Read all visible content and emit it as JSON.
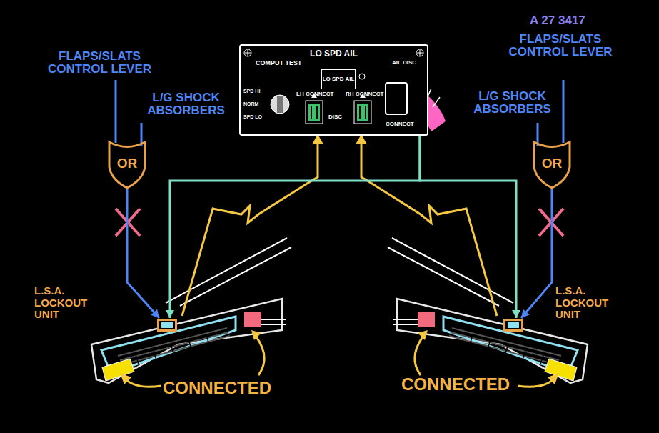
{
  "diagram": {
    "nodes": [
      {
        "text": [
          "LO SPD AIL"
        ]
      },
      {
        "text": [
          "LO SPD AIL"
        ],
        "in": 0
      },
      {
        "text": [
          "OR"
        ]
      },
      {
        "text": [
          "L.S.A. LOCKOUT UNIT"
        ]
      },
      {
        "text": [
          "OR"
        ]
      },
      {
        "text": [
          "L.S.A. LOCKOUT UNIT"
        ]
      }
    ],
    "edges": [
      {
        "from": 2,
        "to": 3,
        "arrow": "to"
      },
      {
        "from": 4,
        "to": 5,
        "arrow": "to"
      },
      {
        "from": 0,
        "to": 3,
        "arrow": "to"
      },
      {
        "from": 0,
        "to": 5,
        "arrow": "to"
      }
    ],
    "labels": [
      "A 27 3417",
      "FLAPS/SLATS CONTROL LEVER",
      "L/G SHOCK ABSORBERS",
      "FLAPS/SLATS CONTROL LEVER",
      "L/G SHOCK ABSORBERS",
      "CONNECTED",
      "CONNECTED",
      "COMPUT TEST",
      "SPD HI",
      "NORM",
      "SPD LO",
      "LH CONNECT",
      "RH CONNECT",
      "DISC",
      "AIL DISC",
      "CONNECT"
    ]
  }
}
